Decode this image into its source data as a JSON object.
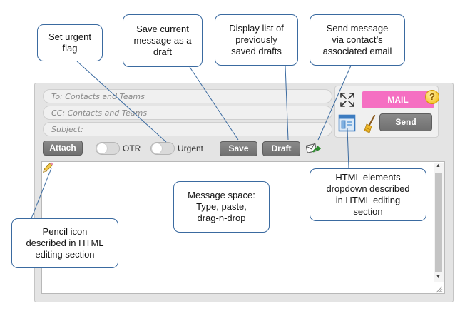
{
  "compose": {
    "to_placeholder": "To: Contacts and Teams",
    "cc_placeholder": "CC: Contacts and Teams",
    "subject_placeholder": "Subject:",
    "attach_label": "Attach",
    "otr_label": "OTR",
    "urgent_label": "Urgent",
    "save_label": "Save",
    "draft_label": "Draft",
    "mail_label": "MAIL",
    "help_label": "?",
    "send_label": "Send"
  },
  "callouts": {
    "urgent": "Set urgent\nflag",
    "save": "Save current\nmessage as a\ndraft",
    "draft": "Display list  of\npreviously\nsaved drafts",
    "send": "Send message\nvia contact’s\nassociated email",
    "html": "HTML elements\ndropdown described\nin HTML editing\nsection",
    "message": "Message space:\nType, paste,\ndrag-n-drop",
    "pencil": "Pencil icon\ndescribed in HTML\nediting section"
  },
  "icons": {
    "expand": "expand-arrows-icon",
    "html_elements": "html-elements-icon",
    "broom": "broom-icon",
    "send_via_email": "envelope-arrow-icon",
    "pencil": "pencil-icon",
    "help": "help-icon"
  },
  "colors": {
    "mail_pill": "#f56fc2",
    "button_gray": "#7a7a7a",
    "callout_border": "#3a6aa0",
    "help_yellow": "#f3b400"
  }
}
